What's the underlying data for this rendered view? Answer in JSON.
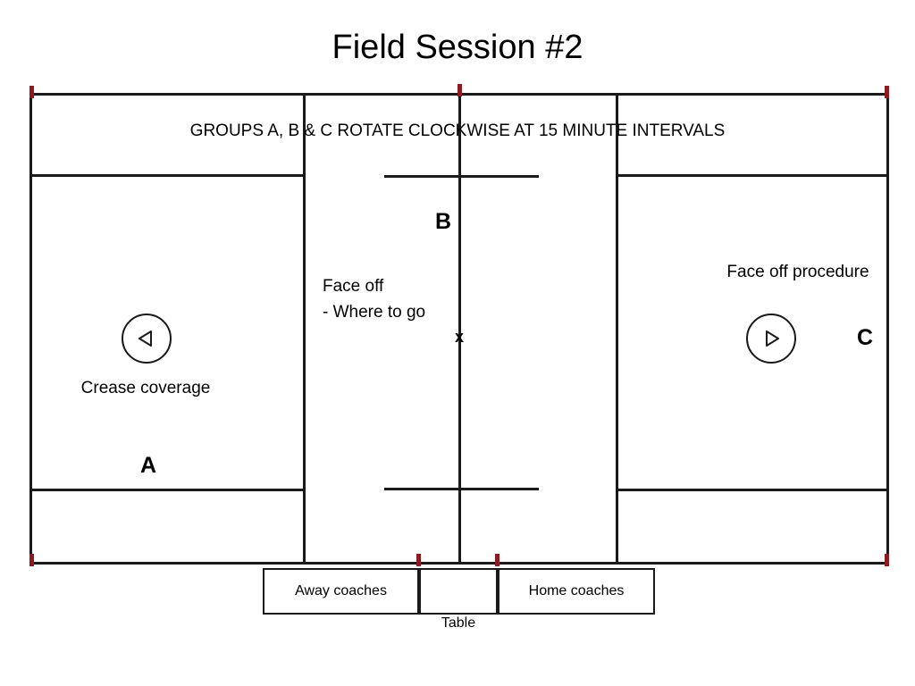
{
  "slide": {
    "title": "Field Session #2",
    "background_color": "#ffffff",
    "line_color": "#1a1a1a",
    "marker_color": "#8c1a20"
  },
  "field": {
    "rotation_note": "GROUPS A, B & C ROTATE CLOCKWISE AT 15 MINUTE INTERVALS",
    "zones": [
      {
        "id": "A",
        "letter": "A",
        "label": "Crease coverage",
        "badge_icon": "triangle-left-icon"
      },
      {
        "id": "B",
        "letter": "B",
        "label_line1": "Face off",
        "label_line2": "- Where to go",
        "center_marker": "x"
      },
      {
        "id": "C",
        "letter": "C",
        "label": "Face off procedure",
        "badge_icon": "triangle-right-icon"
      }
    ]
  },
  "table_area": {
    "caption": "Table",
    "boxes": [
      {
        "id": "away",
        "label": "Away coaches"
      },
      {
        "id": "middle",
        "label": ""
      },
      {
        "id": "home",
        "label": "Home coaches"
      }
    ]
  }
}
